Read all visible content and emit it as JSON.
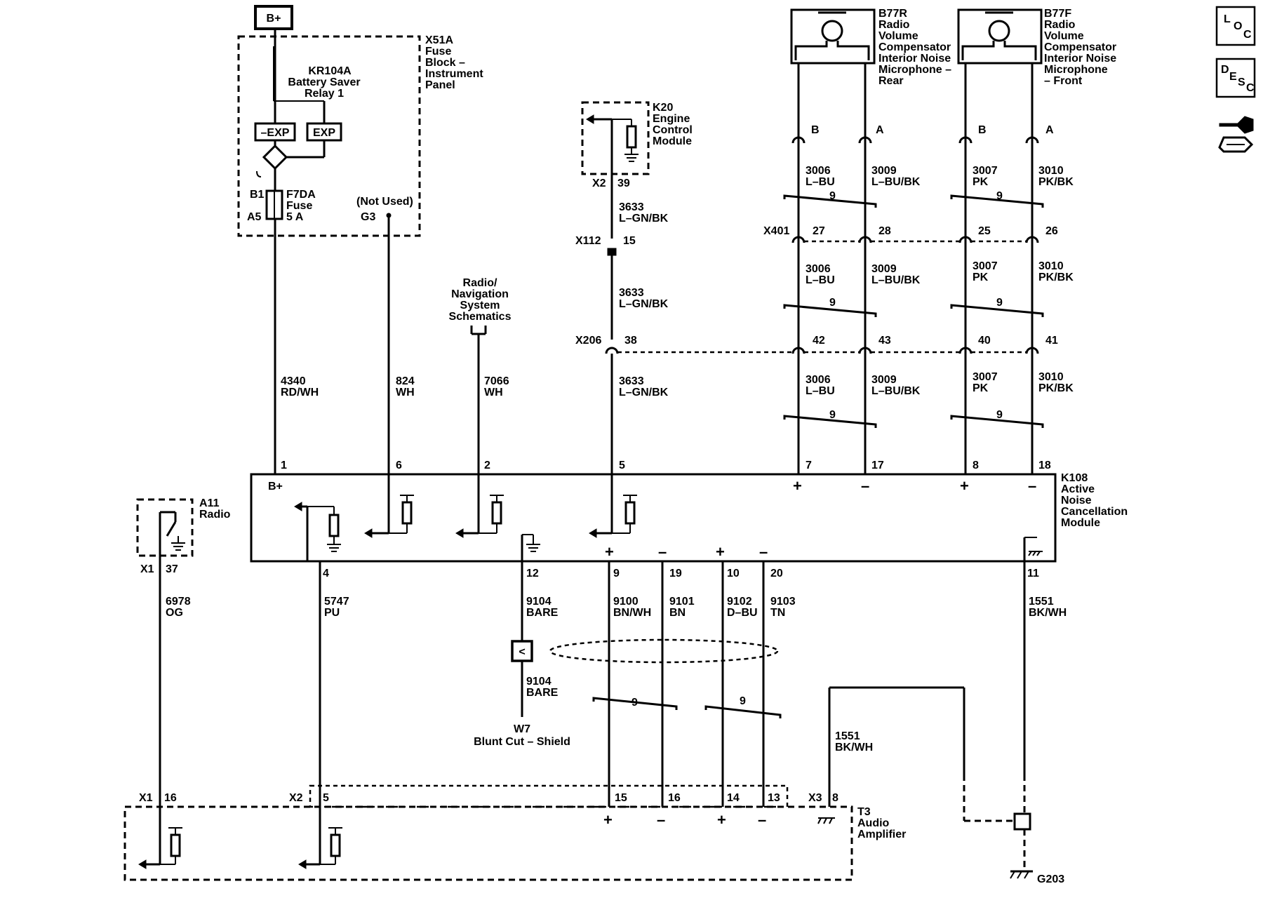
{
  "top": {
    "bplus_terminal": "B+"
  },
  "nav_icons": {
    "loc_letters": [
      "L",
      "O",
      "C"
    ],
    "desc_letters": [
      "D",
      "E",
      "S",
      "C"
    ]
  },
  "fuse_block": {
    "name": [
      "X51A",
      "Fuse",
      "Block –",
      "Instrument",
      "Panel"
    ],
    "relay_name": [
      "KR104A",
      "Battery Saver",
      "Relay 1"
    ],
    "exp_left": "–EXP",
    "exp_right": "EXP",
    "pin_b1": "B1",
    "pin_a5": "A5",
    "fuse": [
      "F7DA",
      "Fuse",
      "5 A"
    ],
    "not_used": "(Not Used)",
    "pin_g3": "G3"
  },
  "ecm": {
    "name": [
      "K20",
      "Engine",
      "Control",
      "Module"
    ],
    "connector": "X2",
    "pin": "39"
  },
  "microphones": [
    {
      "name": [
        "B77R",
        "Radio",
        "Volume",
        "Compensator",
        "Interior Noise",
        "Microphone –",
        "Rear"
      ]
    },
    {
      "name": [
        "B77F",
        "Radio",
        "Volume",
        "Compensator",
        "Interior Noise",
        "Microphone",
        "– Front"
      ]
    }
  ],
  "mic_pins": [
    "B",
    "A",
    "B",
    "A"
  ],
  "mic_wires": [
    {
      "circuit": "3006",
      "color": "L–BU"
    },
    {
      "circuit": "3009",
      "color": "L–BU/BK"
    },
    {
      "circuit": "3007",
      "color": "PK"
    },
    {
      "circuit": "3010",
      "color": "PK/BK"
    }
  ],
  "twist": "9",
  "x401": {
    "name": "X401",
    "pins": [
      "27",
      "28",
      "25",
      "26"
    ]
  },
  "x206": {
    "name": "X206",
    "pins": [
      "38",
      "42",
      "43",
      "40",
      "41"
    ]
  },
  "x112": {
    "name": "X112",
    "pin": "15"
  },
  "ecm_wire": {
    "circuit": "3633",
    "color": "L–GN/BK"
  },
  "radio_nav": [
    "Radio/",
    "Navigation",
    "System",
    "Schematics"
  ],
  "anc_top_wires": [
    {
      "circuit": "4340",
      "color": "RD/WH"
    },
    {
      "circuit": "824",
      "color": "WH"
    },
    {
      "circuit": "7066",
      "color": "WH"
    },
    {
      "circuit": "3633",
      "color": "L–GN/BK"
    }
  ],
  "anc_top_pins": [
    "1",
    "6",
    "2",
    "5",
    "7",
    "17",
    "8",
    "18"
  ],
  "anc": {
    "name": [
      "K108",
      "Active",
      "Noise",
      "Cancellation",
      "Module"
    ],
    "bplus": "B+",
    "plus": "+",
    "minus": "–",
    "bottom_pins": [
      "4",
      "12",
      "9",
      "19",
      "10",
      "20",
      "11"
    ]
  },
  "radio": {
    "name": [
      "A11",
      "Radio"
    ],
    "connector": "X1",
    "pin": "37"
  },
  "bottom_wires": [
    {
      "circuit": "6978",
      "color": "OG"
    },
    {
      "circuit": "5747",
      "color": "PU"
    },
    {
      "circuit": "9104",
      "color": "BARE"
    },
    {
      "circuit": "9100",
      "color": "BN/WH"
    },
    {
      "circuit": "9101",
      "color": "BN"
    },
    {
      "circuit": "9102",
      "color": "D–BU"
    },
    {
      "circuit": "9103",
      "color": "TN"
    },
    {
      "circuit": "1551",
      "color": "BK/WH"
    }
  ],
  "shield": {
    "circuit": "9104",
    "color": "BARE",
    "splice": "W7",
    "desc": "Blunt Cut – Shield"
  },
  "amp_wire": {
    "circuit": "1551",
    "color": "BK/WH"
  },
  "amplifier": {
    "name": [
      "T3",
      "Audio",
      "Amplifier"
    ],
    "x1": "X1",
    "x1_pin": "16",
    "x2": "X2",
    "x2_pin": "5",
    "pins": [
      "15",
      "16",
      "14",
      "13"
    ],
    "x3": "X3",
    "x3_pin": "8"
  },
  "ground": "G203"
}
